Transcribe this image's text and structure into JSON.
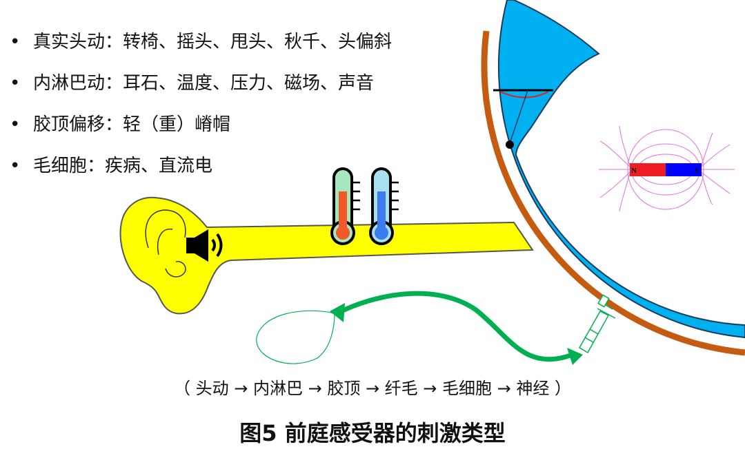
{
  "bullets": [
    {
      "text": "真实头动：转椅、摇头、甩头、秋千、头偏斜"
    },
    {
      "text": "内淋巴动：耳石、温度、压力、磁场、声音"
    },
    {
      "text": "胶顶偏移：轻（重）嵴帽"
    },
    {
      "text": "毛细胞：疾病、直流电"
    }
  ],
  "bullet_symbol": "•",
  "flow": "（ 头动 → 内淋巴 → 胶顶 → 纤毛 → 毛细胞 → 神经 ）",
  "figure_title": "图5  前庭感受器的刺激类型",
  "magnet": {
    "north": "N",
    "south": "S"
  },
  "colors": {
    "canal": "#00b0f0",
    "bone": "#c55a11",
    "ear": "#ffff00",
    "tube": "#00b050",
    "magnet_north": "#ee1c24",
    "magnet_south": "#0000ff",
    "field_lines": "#e070e0",
    "hot": "#f05a28",
    "cold": "#3d7cf0"
  },
  "icons": [
    "ear",
    "speaker-icon",
    "thermometer-hot-icon",
    "thermometer-cold-icon",
    "magnet-icon",
    "syringe-icon"
  ]
}
